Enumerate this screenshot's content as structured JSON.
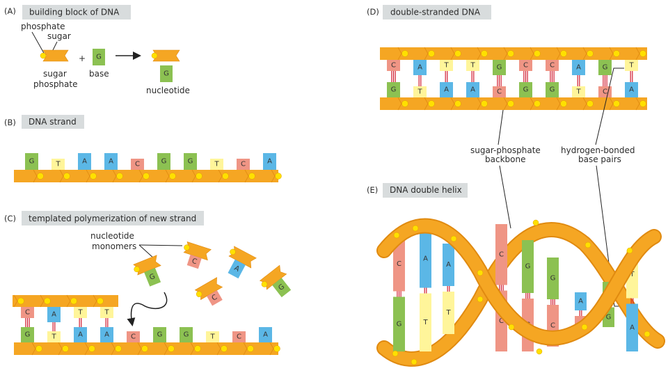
{
  "colors": {
    "backbone": "#f5a623",
    "backbone_dark": "#e08a10",
    "dot": "#ffe000",
    "G": "#8cc152",
    "T": "#fff59a",
    "A": "#5bb7e6",
    "C": "#ef9585",
    "hbond": "#d0182c",
    "title_bg": "#d8dcdd"
  },
  "panels": {
    "A": {
      "letter": "(A)",
      "title": "building block of DNA"
    },
    "B": {
      "letter": "(B)",
      "title": "DNA strand"
    },
    "C": {
      "letter": "(C)",
      "title": "templated polymerization of new strand"
    },
    "D": {
      "letter": "(D)",
      "title": "double-stranded DNA"
    },
    "E": {
      "letter": "(E)",
      "title": "DNA double helix"
    }
  },
  "labels": {
    "phosphate": "phosphate",
    "sugar": "sugar",
    "base": "base",
    "sugar_phosphate_1": "sugar",
    "sugar_phosphate_2": "phosphate",
    "nucleotide": "nucleotide",
    "plus": "+",
    "monomers_1": "nucleotide",
    "monomers_2": "monomers",
    "backbone_1": "sugar-phosphate",
    "backbone_2": "backbone",
    "hbond_1": "hydrogen-bonded",
    "hbond_2": "base pairs"
  },
  "sequences": {
    "panel_a_base": "G",
    "panel_b": [
      "G",
      "T",
      "A",
      "A",
      "C",
      "G",
      "G",
      "T",
      "C",
      "A"
    ],
    "panel_c_bottom": [
      "G",
      "T",
      "A",
      "A",
      "C",
      "G",
      "G",
      "T",
      "C",
      "A"
    ],
    "panel_c_top": [
      "C",
      "A",
      "T",
      "T"
    ],
    "panel_c_monomers": [
      "G",
      "C",
      "A",
      "C",
      "G"
    ],
    "panel_d_top": [
      "C",
      "A",
      "T",
      "T",
      "G",
      "C",
      "C",
      "A",
      "G",
      "T"
    ],
    "panel_d_bottom": [
      "G",
      "T",
      "A",
      "A",
      "C",
      "G",
      "G",
      "T",
      "C",
      "A"
    ],
    "panel_e_left": [
      "C",
      "A",
      "G",
      "T",
      "A",
      "A"
    ],
    "panel_e_mid": [
      "C",
      "G",
      "G",
      "G",
      "C",
      "C"
    ],
    "panel_e_right": [
      "A",
      "C",
      "G",
      "T",
      "G",
      "A"
    ]
  }
}
